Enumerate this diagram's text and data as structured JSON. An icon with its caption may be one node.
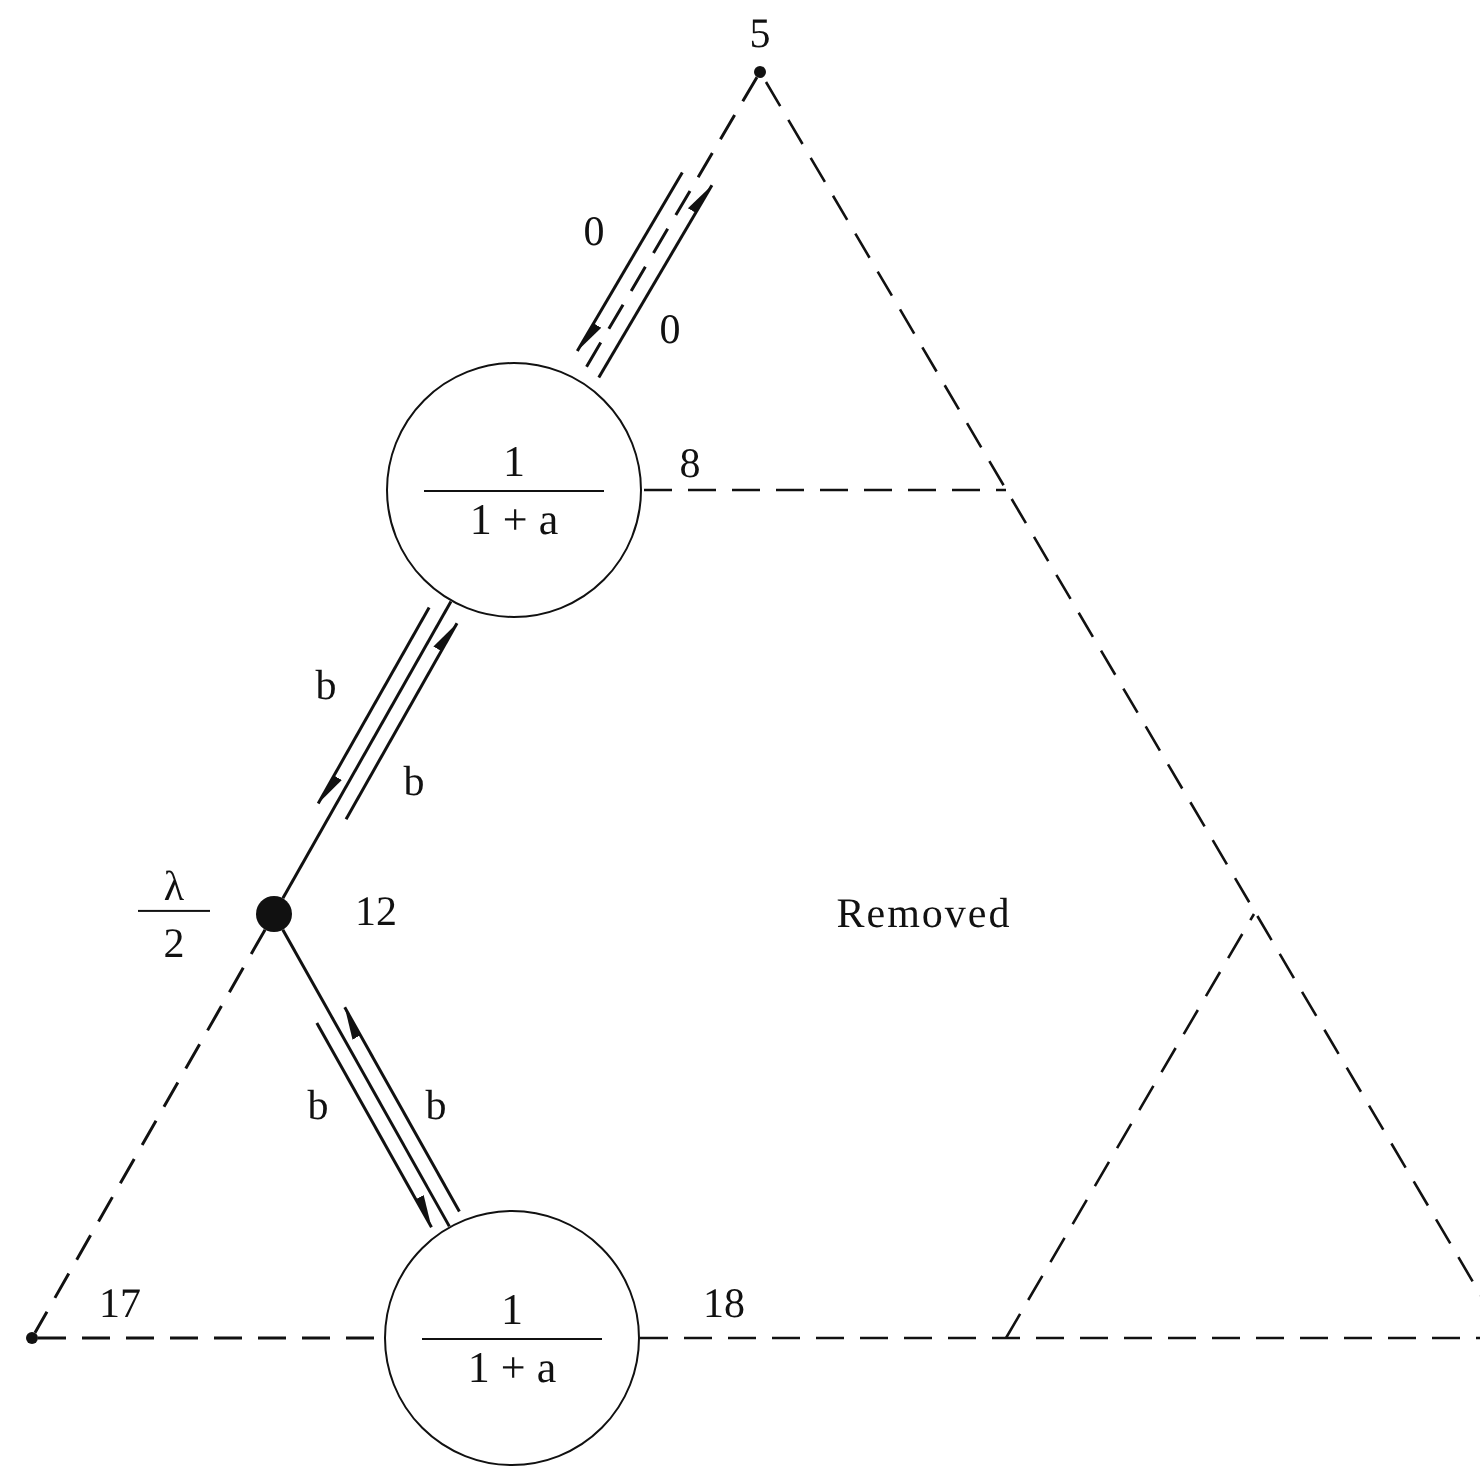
{
  "diagram": {
    "nodes": [
      {
        "text": [],
        "shape": "circle",
        "beside": [
          "5"
        ]
      },
      {
        "text": [
          "1",
          "1 + a"
        ],
        "beside": [
          "8"
        ]
      },
      {
        "text": [],
        "shape": "circle",
        "beside": [
          "λ",
          "2",
          "12"
        ]
      },
      {
        "text": [
          "1",
          "1 + a"
        ],
        "beside": [
          "18"
        ]
      },
      {
        "text": [],
        "shape": "circle",
        "beside": [
          "17"
        ]
      }
    ],
    "edges": [
      {
        "from": 0,
        "to": 1,
        "arrow": "to",
        "label": "0"
      },
      {
        "from": 1,
        "to": 0,
        "arrow": "to",
        "label": "0"
      },
      {
        "from": 1,
        "to": 2,
        "arrow": "to",
        "label": "b"
      },
      {
        "from": 2,
        "to": 1,
        "arrow": "to",
        "label": "b"
      },
      {
        "from": 1,
        "to": 2,
        "arrow": "none"
      },
      {
        "from": 2,
        "to": 3,
        "arrow": "to",
        "label": "b"
      },
      {
        "from": 3,
        "to": 2,
        "arrow": "to",
        "label": "b"
      },
      {
        "from": 2,
        "to": 3,
        "arrow": "none"
      },
      {
        "from": 0,
        "to": 1,
        "arrow": "none",
        "style": "dashed"
      },
      {
        "from": 2,
        "to": 4,
        "arrow": "none",
        "style": "dashed"
      },
      {
        "from": 4,
        "to": 3,
        "arrow": "none",
        "style": "dashed"
      }
    ],
    "labels": [
      "Removed"
    ]
  }
}
